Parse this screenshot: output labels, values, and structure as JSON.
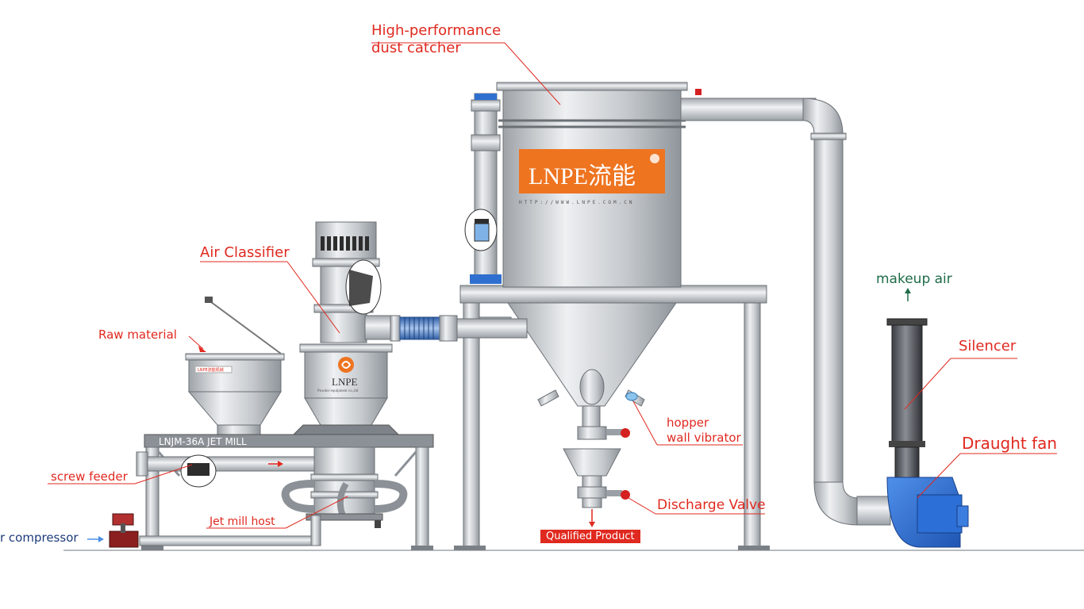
{
  "labels": {
    "dust_catcher": "High-performance\ndust catcher",
    "air_classifier": "Air Classifier",
    "raw_material": "Raw material",
    "jet_mill_model": "LNJM-36A JET MILL",
    "screw_feeder": "screw feeder",
    "jet_mill_host": "Jet mill host",
    "air_compressor": "r compressor",
    "hopper_vibrator": "hopper\nwall vibrator",
    "discharge_valve": "Discharge Valve",
    "qualified_product": "Qualified Product",
    "makeup_air": "makeup air",
    "silencer": "Silencer",
    "draught_fan": "Draught fan"
  },
  "branding": {
    "logo_text": "LNPE流能",
    "website": "HTTP://WWW.LNPE.COM.CN",
    "classifier_logo": "LNPE",
    "classifier_subtitle": "Powder equipment co.,ltd",
    "feeder_plate": "LNPE流能机械"
  },
  "colors": {
    "label_red": "#e0291f",
    "label_navy": "#1d3b7a",
    "label_green": "#1e6b48",
    "steel": "#c9ccd0",
    "brand_orange": "#ee7420",
    "fan_blue": "#2c6fd6"
  }
}
